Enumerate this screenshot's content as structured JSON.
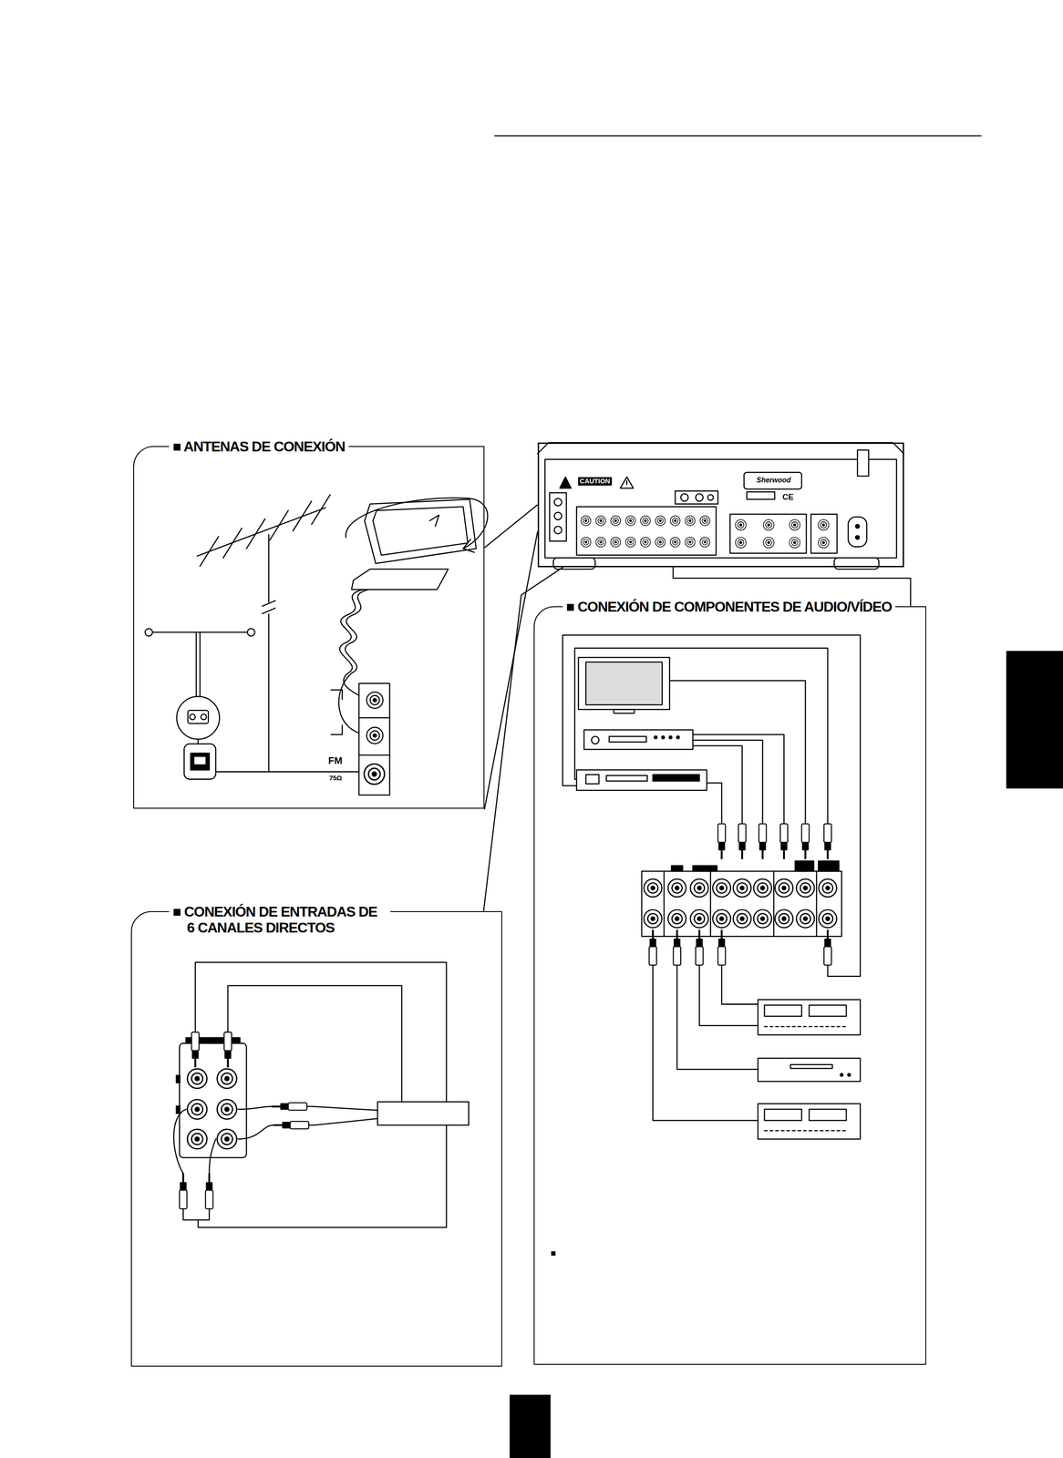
{
  "diagram": {
    "nodes": [
      {
        "text": [
          "■ ANTENAS DE CONEXIÓN"
        ]
      },
      {
        "text": [
          "CAUTION",
          "Sherwood",
          "CE"
        ]
      },
      {
        "text": [
          "■ CONEXIÓN DE COMPONENTES DE AUDIO/VÍDEO"
        ]
      },
      {
        "text": [
          "■ CONEXIÓN DE ENTRADAS DE 6 CANALES DIRECTOS"
        ]
      }
    ],
    "edges": [
      {
        "from": 1,
        "to": 0,
        "arrow": "none"
      },
      {
        "from": 1,
        "to": 3,
        "arrow": "none"
      },
      {
        "from": 1,
        "to": 2,
        "arrow": "none"
      }
    ],
    "labels": [
      "FM",
      "75Ω",
      "■"
    ]
  }
}
